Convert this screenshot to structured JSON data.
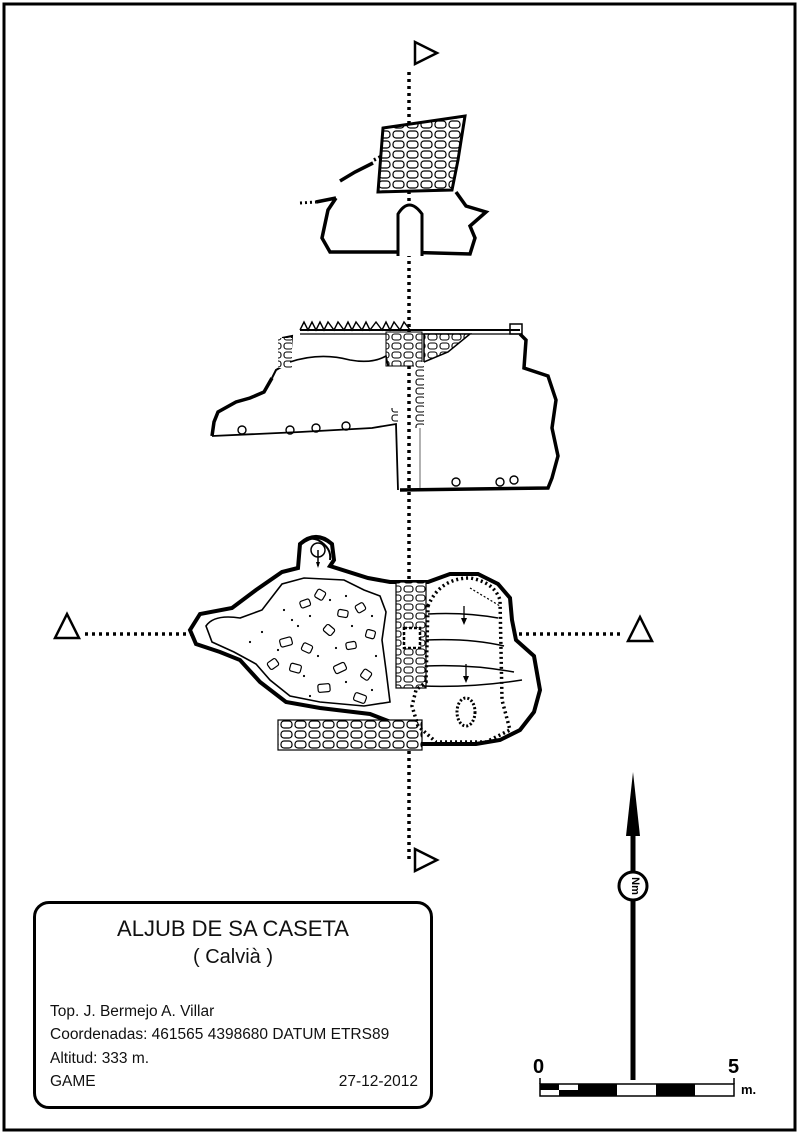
{
  "info": {
    "title": "ALJUB DE SA CASETA",
    "subtitle": "( Calvià )",
    "topographers": "Top. J. Bermejo A. Villar",
    "coordinates": "Coordenadas: 461565 4398680 DATUM ETRS89",
    "altitude": "Altitud: 333 m.",
    "group": "GAME",
    "date": "27-12-2012"
  },
  "scale_bar": {
    "start_label": "0",
    "end_label": "5",
    "unit": "m."
  },
  "north_arrow": {
    "label": "Nm"
  },
  "icons": {
    "section_marker": "triangle-section-marker-icon",
    "north": "north-arrow-icon"
  }
}
